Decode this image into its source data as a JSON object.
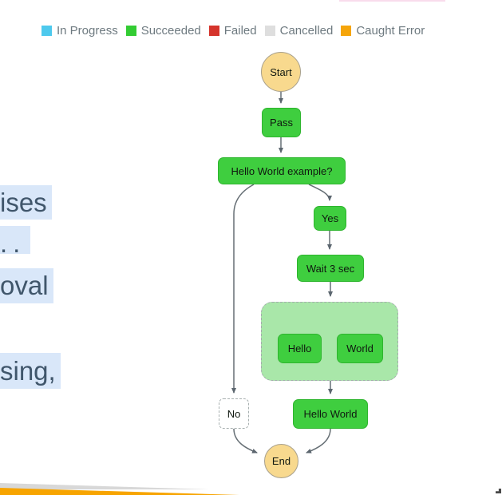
{
  "legend": {
    "items": [
      {
        "label": "In Progress",
        "color": "#4ec9ed"
      },
      {
        "label": "Succeeded",
        "color": "#33cc33"
      },
      {
        "label": "Failed",
        "color": "#d5342c"
      },
      {
        "label": "Cancelled",
        "color": "#dedede"
      },
      {
        "label": "Caught Error",
        "color": "#f5a50a"
      }
    ]
  },
  "workflow": {
    "nodes": {
      "start": {
        "label": "Start",
        "status": "start"
      },
      "pass": {
        "label": "Pass",
        "status": "succeeded"
      },
      "choice": {
        "label": "Hello World example?",
        "status": "succeeded"
      },
      "yes": {
        "label": "Yes",
        "status": "succeeded"
      },
      "wait": {
        "label": "Wait 3 sec",
        "status": "succeeded"
      },
      "hello": {
        "label": "Hello",
        "status": "succeeded"
      },
      "world": {
        "label": "World",
        "status": "succeeded"
      },
      "no": {
        "label": "No",
        "status": "not-executed"
      },
      "hello_world": {
        "label": "Hello World",
        "status": "succeeded"
      },
      "end": {
        "label": "End",
        "status": "end"
      }
    },
    "colors": {
      "succeeded_fill": "#3fce3f",
      "succeeded_border": "#2eb52e",
      "terminal_fill": "#f8d98e",
      "parallel_fill": "#a9e7a9",
      "edge": "#666f75"
    }
  },
  "page_text_fragments": {
    "line1": "ises",
    "line2": "..",
    "line3": "oval",
    "line4": "sing,"
  },
  "decorations": {
    "top_strip_color": "#f9dcec",
    "bottom_wedge_gray": "#d8d8d8",
    "bottom_wedge_orange": "#f7a400"
  }
}
